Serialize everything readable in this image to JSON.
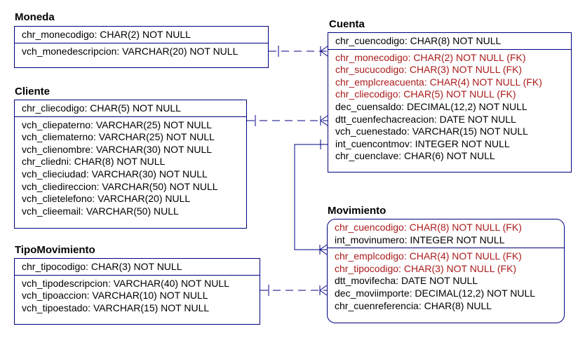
{
  "entities": {
    "moneda": {
      "title": "Moneda",
      "keys": [
        "chr_monecodigo: CHAR(2) NOT NULL"
      ],
      "attributes": [
        "vch_monedescripcion: VARCHAR(20) NOT NULL"
      ]
    },
    "cliente": {
      "title": "Cliente",
      "keys": [
        "chr_cliecodigo: CHAR(5) NOT NULL"
      ],
      "attributes": [
        "vch_cliepaterno: VARCHAR(25) NOT NULL",
        "vch_cliematerno: VARCHAR(25) NOT NULL",
        "vch_clienombre: VARCHAR(30) NOT NULL",
        "chr_cliedni: CHAR(8) NOT NULL",
        "vch_clieciudad: VARCHAR(30) NOT NULL",
        "vch_cliedireccion: VARCHAR(50) NOT NULL",
        "vch_clietelefono: VARCHAR(20) NULL",
        "vch_clieemail: VARCHAR(50) NULL"
      ]
    },
    "tipomovimiento": {
      "title": "TipoMovimiento",
      "keys": [
        "chr_tipocodigo: CHAR(3) NOT NULL"
      ],
      "attributes": [
        "vch_tipodescripcion: VARCHAR(40) NOT NULL",
        "vch_tipoaccion: VARCHAR(10) NOT NULL",
        "vch_tipoestado: VARCHAR(15) NOT NULL"
      ]
    },
    "cuenta": {
      "title": "Cuenta",
      "keys": [
        "chr_cuencodigo: CHAR(8) NOT NULL"
      ],
      "fk_attributes": [
        "chr_monecodigo: CHAR(2) NOT NULL (FK)",
        "chr_sucucodigo: CHAR(3) NOT NULL (FK)",
        "chr_emplcreacuenta: CHAR(4) NOT NULL (FK)",
        "chr_cliecodigo: CHAR(5) NOT NULL (FK)"
      ],
      "attributes": [
        "dec_cuensaldo: DECIMAL(12,2) NOT NULL",
        "dtt_cuenfechacreacion: DATE NOT NULL",
        "vch_cuenestado: VARCHAR(15) NOT NULL",
        "int_cuencontmov: INTEGER NOT NULL",
        "chr_cuenclave: CHAR(6) NOT NULL"
      ]
    },
    "movimiento": {
      "title": "Movimiento",
      "fk_keys": [
        "chr_cuencodigo: CHAR(8) NOT NULL (FK)"
      ],
      "keys": [
        "int_movinumero: INTEGER NOT NULL"
      ],
      "fk_attributes": [
        "chr_emplcodigo: CHAR(4) NOT NULL (FK)",
        "chr_tipocodigo: CHAR(3) NOT NULL (FK)"
      ],
      "attributes": [
        "dtt_movifecha: DATE NOT NULL",
        "dec_moviimporte: DECIMAL(12,2) NOT NULL",
        "chr_cuenreferencia: CHAR(8) NULL"
      ]
    }
  },
  "colors": {
    "entity_border": "#000080",
    "foreign_key_text": "#aa1a1a",
    "relationship_line": "#000080"
  }
}
